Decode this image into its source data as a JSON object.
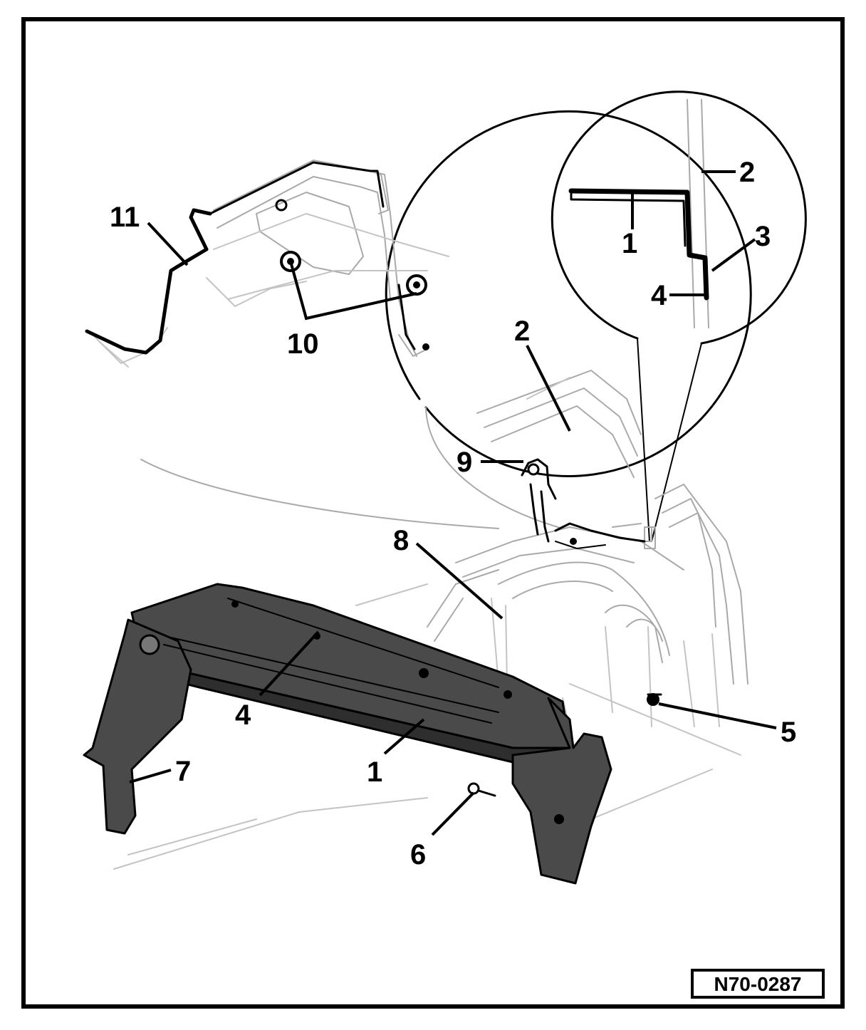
{
  "diagram": {
    "reference_code": "N70-0287",
    "callouts": {
      "main_1": "1",
      "main_2": "2",
      "main_4": "4",
      "main_5": "5",
      "main_6": "6",
      "main_7": "7",
      "main_8": "8",
      "main_9": "9",
      "detail_left_10": "10",
      "detail_left_11": "11",
      "detail_right_1": "1",
      "detail_right_2": "2",
      "detail_right_3": "3",
      "detail_right_4": "4"
    }
  }
}
